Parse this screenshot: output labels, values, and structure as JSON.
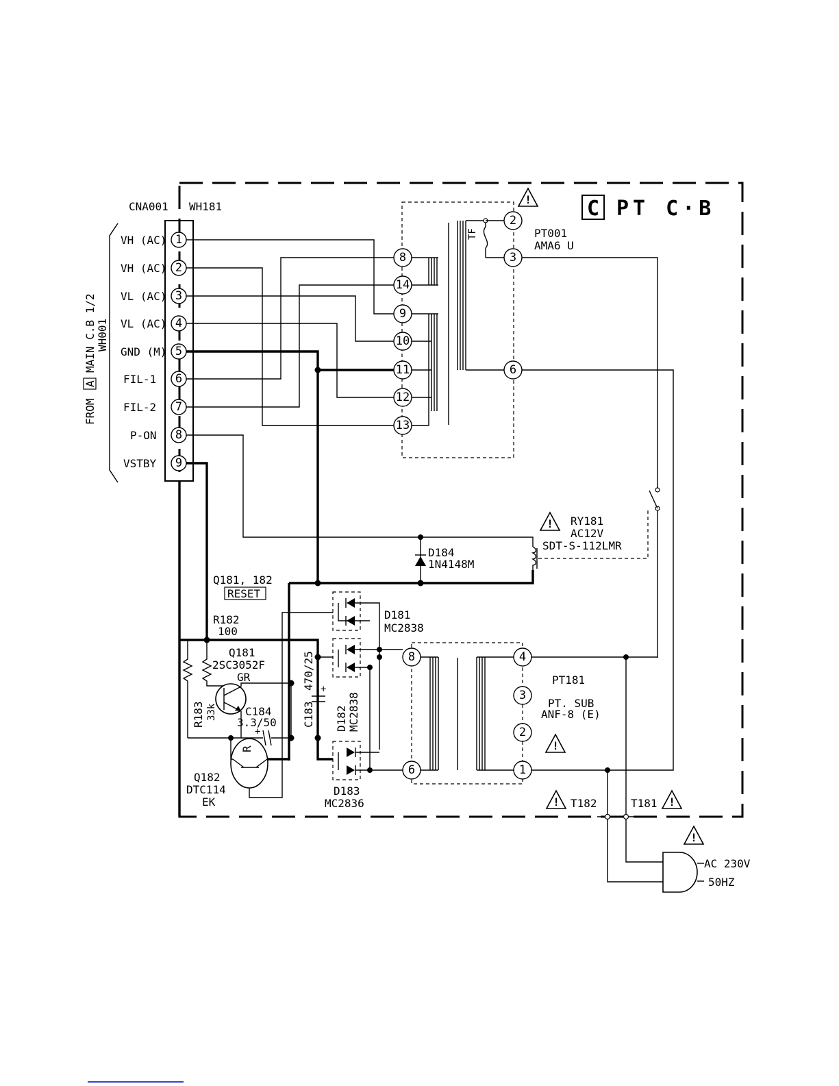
{
  "board": {
    "letter": "C",
    "title": "PT C·B"
  },
  "connector": {
    "ref": "CNA001",
    "wire": "WH181",
    "source": [
      "FROM",
      "A",
      "MAIN C.B 1/2",
      "WH001"
    ],
    "pins": [
      {
        "num": "1",
        "label": "VH (AC)"
      },
      {
        "num": "2",
        "label": "VH (AC)"
      },
      {
        "num": "3",
        "label": "VL (AC)"
      },
      {
        "num": "4",
        "label": "VL (AC)"
      },
      {
        "num": "5",
        "label": "GND (M)"
      },
      {
        "num": "6",
        "label": "FIL-1"
      },
      {
        "num": "7",
        "label": "FIL-2"
      },
      {
        "num": "8",
        "label": "P-ON"
      },
      {
        "num": "9",
        "label": "VSTBY"
      }
    ]
  },
  "transformer_main": {
    "ref": "PT001",
    "part": "AMA6 U",
    "fuse": "TF",
    "pins_left": [
      "8",
      "14",
      "9",
      "10",
      "11",
      "12",
      "13"
    ],
    "pins_right": [
      "2",
      "3",
      "6"
    ]
  },
  "relay": {
    "ref": "RY181",
    "coil": "AC12V",
    "part": "SDT-S-112LMR"
  },
  "diode_d184": {
    "ref": "D184",
    "part": "1N4148M"
  },
  "reset": {
    "refs": "Q181, 182",
    "label": "RESET"
  },
  "r182": {
    "ref": "R182",
    "value": "100"
  },
  "q181": {
    "ref": "Q181",
    "part": "2SC3052F",
    "rank": "GR"
  },
  "r183": {
    "ref": "R183",
    "value": "33k"
  },
  "c184": {
    "ref": "C184",
    "value": "3.3/50"
  },
  "c183": {
    "ref": "C183",
    "value": "470/25"
  },
  "d181": {
    "ref": "D181",
    "part": "MC2838"
  },
  "d182": {
    "ref": "D182",
    "part": "MC2838"
  },
  "d183": {
    "ref": "D183",
    "part": "MC2836"
  },
  "q182": {
    "ref": "Q182",
    "part": "DTC114",
    "suffix": "EK",
    "mark": "R"
  },
  "transformer_sub": {
    "ref": "PT181",
    "desc": "PT. SUB",
    "part": "ANF-8 (E)",
    "pins_left": [
      "8",
      "6"
    ],
    "pins_right": [
      "4",
      "3",
      "2",
      "1"
    ]
  },
  "terminals": {
    "t182": "T182",
    "t181": "T181"
  },
  "mains": {
    "voltage": "AC 230V",
    "freq": "50HZ"
  },
  "warning_mark": "!"
}
